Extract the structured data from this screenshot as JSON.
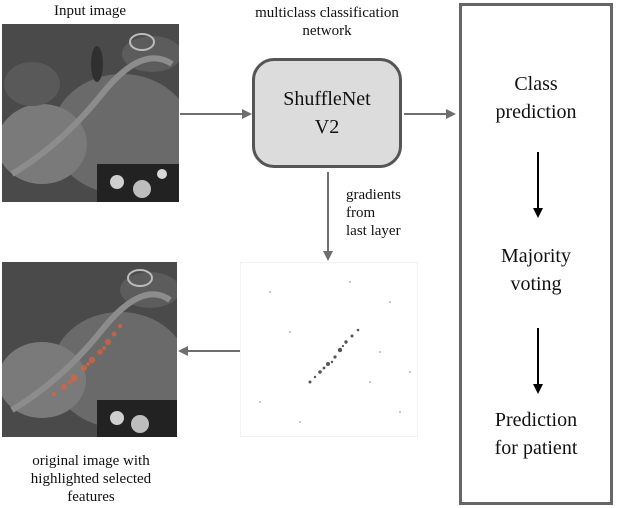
{
  "labels": {
    "input_image": "Input image",
    "network_line1": "multiclass classification",
    "network_line2": "network",
    "model_line1": "ShuffleNet",
    "model_line2": "V2",
    "gradients_line1": "gradients",
    "gradients_line2": "from",
    "gradients_line3": "last layer",
    "original_line1": "original image with",
    "original_line2": "highlighted selected",
    "original_line3": "features",
    "class_line1": "Class",
    "class_line2": "prediction",
    "majority_line1": "Majority",
    "majority_line2": "voting",
    "patient_line1": "Prediction",
    "patient_line2": "for patient"
  },
  "colors": {
    "box_fill": "#dcdcdc",
    "box_border": "#555555",
    "arrow_gray": "#6e6e6e",
    "arrow_black": "#000000",
    "heat": "#e0603a"
  }
}
